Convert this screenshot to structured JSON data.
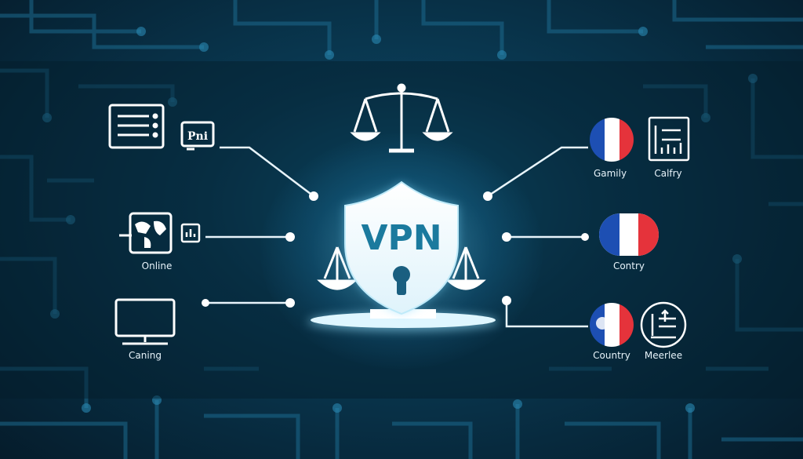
{
  "center": {
    "shield_text": "VPN"
  },
  "left": {
    "items": [
      {
        "label": ""
      },
      {
        "label": "Online"
      },
      {
        "label": "Caning"
      }
    ],
    "small_badge_text": "Pni"
  },
  "right": {
    "items": [
      {
        "label": "Gamily"
      },
      {
        "label": "Calfry"
      },
      {
        "label": "Contry"
      },
      {
        "label": "Country"
      },
      {
        "label": "Meerlee"
      }
    ]
  },
  "colors": {
    "background": "#072a3e",
    "accent": "#7fd8ff",
    "line": "#e8f4fb",
    "flag_blue": "#1d4fb3",
    "flag_red": "#e5333b",
    "flag_white": "#ffffff"
  }
}
